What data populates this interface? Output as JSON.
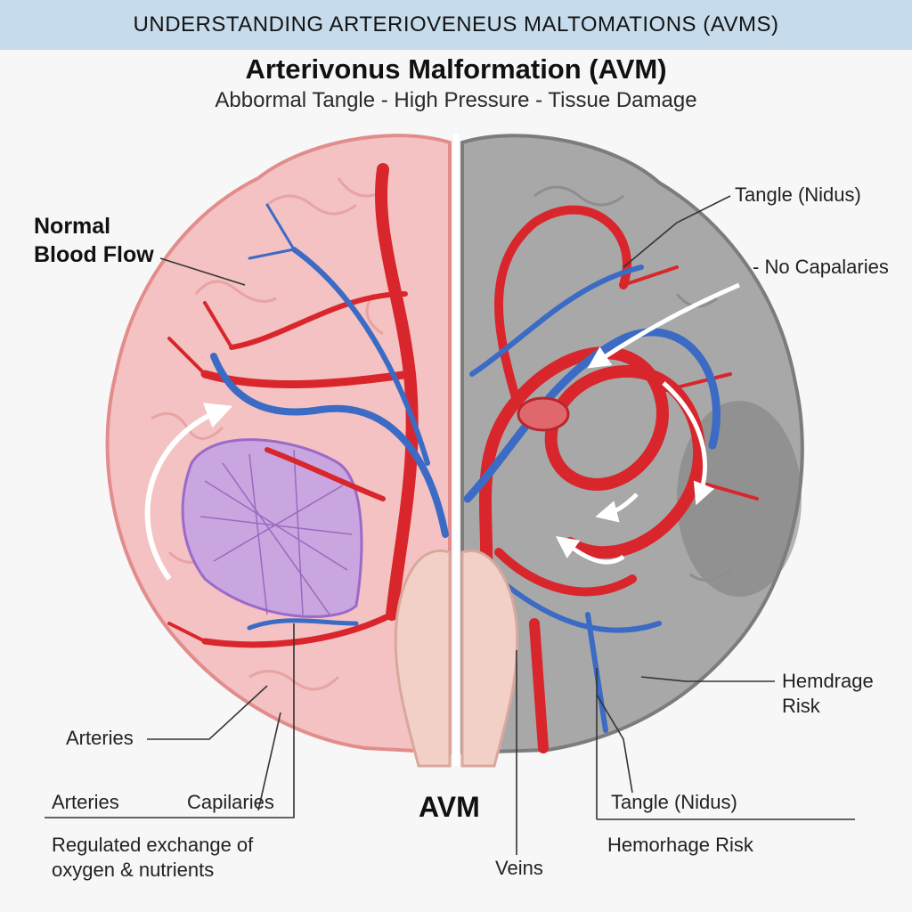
{
  "banner": "UNDERSTANDING ARTERIOVENEUS MALTOMATIONS (AVMS)",
  "title": "Arterivonus Malformation (AVM)",
  "subtitle": "Abbormal Tangle - High Pressure - Tissue Damage",
  "left_labels": {
    "normal_flow_line1": "Normal",
    "normal_flow_line2": "Blood Flow",
    "arteries_upper": "Arteries",
    "arteries_lower": "Arteries",
    "capillaries": "Capilaries",
    "exchange_line1": "Regulated exchange of",
    "exchange_line2": "oxygen & nutrients"
  },
  "center_labels": {
    "avm": "AVM",
    "veins": "Veins"
  },
  "right_labels": {
    "tangle_top": "Tangle (Nidus)",
    "no_capillaries": "- No Capalaries",
    "hemorrhage_risk_line1": "Hemdrage",
    "hemorrhage_risk_line2": "Risk",
    "tangle_bottom": "Tangle (Nidus)",
    "hemorrhage_bottom": "Hemorhage Risk"
  },
  "colors": {
    "banner_bg": "#c6dcec",
    "healthy_tissue": "#f4c2c2",
    "damaged_tissue": "#a8a8a8",
    "artery_red": "#d9262c",
    "vein_blue": "#3b6bc4",
    "capillary_purple": "#9b6ac9"
  }
}
